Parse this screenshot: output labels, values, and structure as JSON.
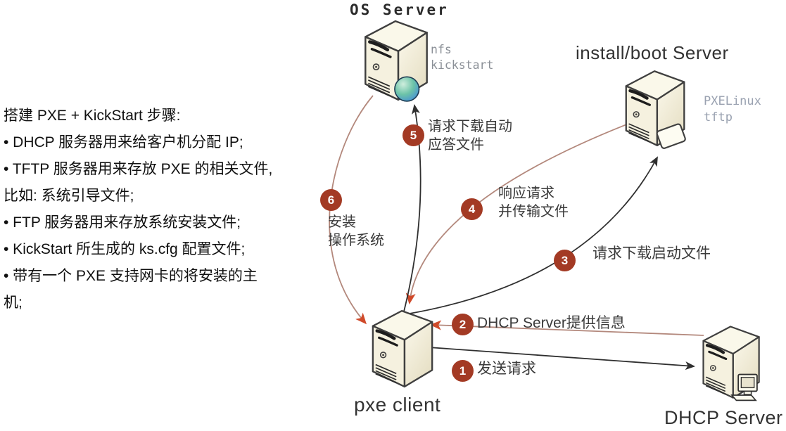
{
  "notes": {
    "title": "搭建 PXE + KickStart 步骤:",
    "lines": [
      "• DHCP 服务器用来给客户机分配 IP;",
      "• TFTP 服务器用来存放 PXE 的相关文件,",
      "比如: 系统引导文件;",
      "• FTP 服务器用来存放系统安装文件;",
      "• KickStart 所生成的 ks.cfg 配置文件;",
      "• 带有一个 PXE 支持网卡的将安装的主",
      "机;"
    ]
  },
  "diagram": {
    "nodes": {
      "os_server": {
        "title": "OS Server",
        "tags": [
          "nfs",
          "kickstart"
        ]
      },
      "install_boot_server": {
        "title": "install/boot Server",
        "tags": [
          "PXELinux",
          "tftp"
        ]
      },
      "pxe_client": {
        "title": "pxe client"
      },
      "dhcp_server": {
        "title": "DHCP Server"
      }
    },
    "steps": [
      {
        "num": "1",
        "lines": [
          "发送请求"
        ],
        "from": "pxe client",
        "to": "DHCP Server",
        "arrow_color": "black"
      },
      {
        "num": "2",
        "lines": [
          "DHCP Server提供信息"
        ],
        "from": "DHCP Server",
        "to": "pxe client",
        "arrow_color": "red"
      },
      {
        "num": "3",
        "lines": [
          "请求下载启动文件"
        ],
        "from": "pxe client",
        "to": "install/boot Server",
        "arrow_color": "black"
      },
      {
        "num": "4",
        "lines": [
          "响应请求",
          "并传输文件"
        ],
        "from": "install/boot Server",
        "to": "pxe client",
        "arrow_color": "red"
      },
      {
        "num": "5",
        "lines": [
          "请求下载自动",
          "应答文件"
        ],
        "from": "pxe client",
        "to": "OS Server",
        "arrow_color": "black"
      },
      {
        "num": "6",
        "lines": [
          "安装",
          "操作系统"
        ],
        "from": "OS Server",
        "to": "pxe client",
        "arrow_color": "red"
      }
    ]
  },
  "colors": {
    "badge": "#a33a24",
    "arrow_black": "#2f2f2f",
    "arrow_red_line": "#b3887c",
    "arrow_red_head": "#d04a2a",
    "tag_gray": "#8b9097",
    "tag_blue": "#99a1b0",
    "background": "#ffffff"
  }
}
